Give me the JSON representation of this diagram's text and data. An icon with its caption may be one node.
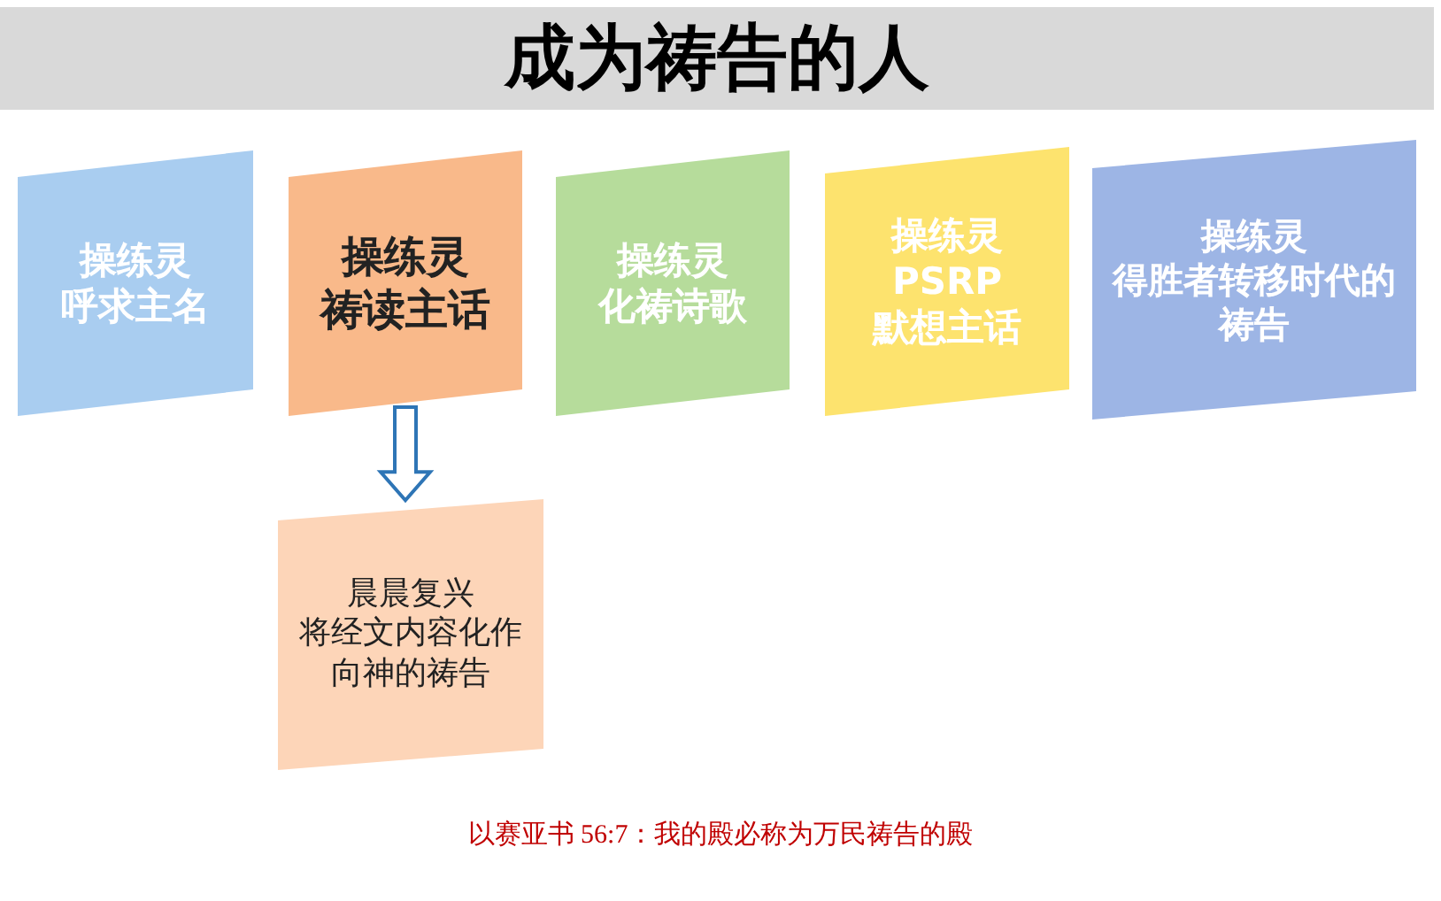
{
  "diagram": {
    "title": "成为祷告的人",
    "nodes": [
      {
        "text": [
          "操练灵",
          "呼求主名"
        ]
      },
      {
        "text": [
          "操练灵",
          "祷读主话"
        ]
      },
      {
        "text": [
          "操练灵",
          "化祷诗歌"
        ]
      },
      {
        "text": [
          "操练灵",
          "PSRP",
          "默想主话"
        ]
      },
      {
        "text": [
          "操练灵",
          "得胜者转移时代的祷告"
        ]
      },
      {
        "text": [
          "晨晨复兴",
          "将经文内容化作向神的祷告"
        ]
      }
    ],
    "edges": [
      {
        "from": 1,
        "to": 5,
        "arrow": "to"
      }
    ],
    "caption": "以赛亚书 56:7：我的殿必称为万民祷告的殿"
  }
}
